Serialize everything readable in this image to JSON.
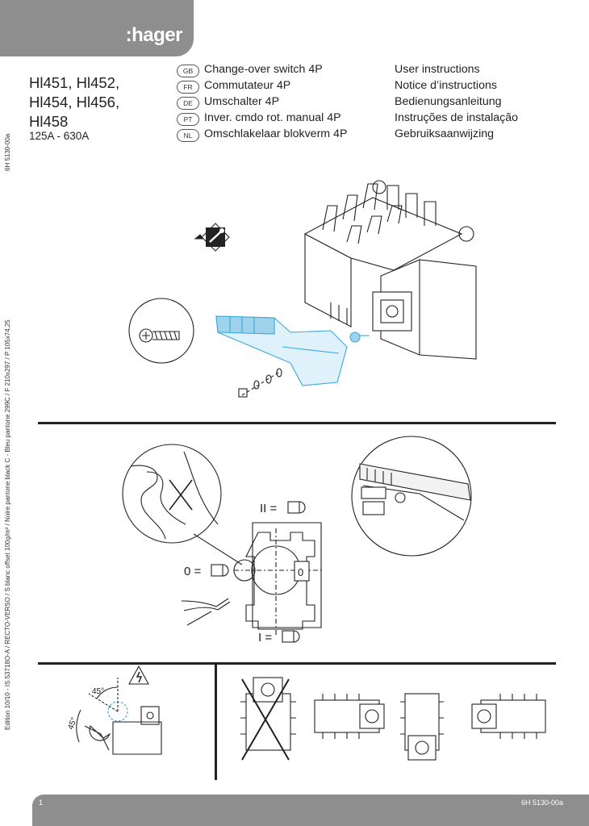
{
  "brand": {
    "logo_text": ":hager"
  },
  "models": [
    "Hl451, Hl452,",
    "Hl454, Hl456,",
    "Hl458"
  ],
  "rating": "125A - 630A",
  "languages": [
    {
      "code": "GB",
      "product": "Change-over switch 4P",
      "instructions": "User instructions"
    },
    {
      "code": "FR",
      "product": "Commutateur 4P",
      "instructions": "Notice d’instructions"
    },
    {
      "code": "DE",
      "product": "Umschalter 4P",
      "instructions": "Bedienungsanleitung"
    },
    {
      "code": "PT",
      "product": "Inver. cmdo rot. manual 4P",
      "instructions": "Instruções de instalação"
    },
    {
      "code": "NL",
      "product": "Omschlakelaar blokverm 4P",
      "instructions": "Gebruiksaanwijzing"
    }
  ],
  "side": {
    "doc_ref": "6H 5130-00a",
    "print_info": "Edition 10/10 - IS 53718O-A / RECTO-VERSO / S blanc offset 100g/m² / Noire pantone black C - Bleu pantone 299C / F 210x297 / P 105x74,25"
  },
  "diagram": {
    "label_II": "II =",
    "label_0": "0 =",
    "label_I": "I =",
    "dial_0": "0",
    "angle_a": "45°",
    "angle_b": "45°"
  },
  "footer": {
    "page": "1",
    "ref": "6H 5130-00a"
  },
  "colors": {
    "header_gray": "#8e8e8e",
    "handle_blue": "#9fd3ec",
    "accent_blue": "#39a8dc",
    "line": "#222222"
  }
}
